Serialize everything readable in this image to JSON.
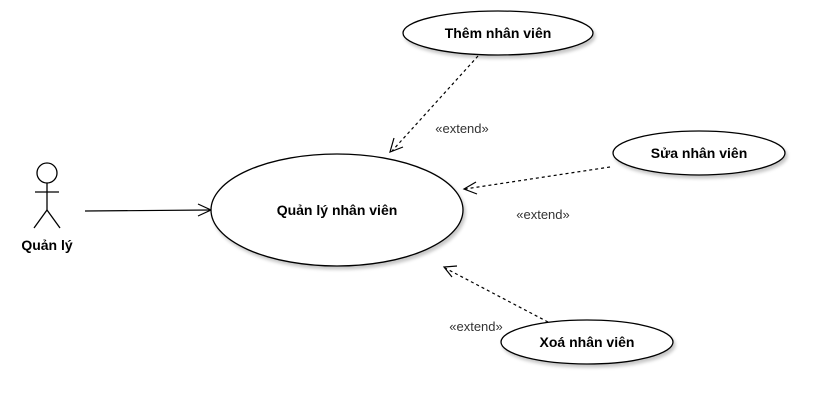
{
  "actor": {
    "name": "Quản lý"
  },
  "use_cases": {
    "main": "Quản lý nhân viên",
    "add": "Thêm nhân viên",
    "edit": "Sửa nhân viên",
    "delete": "Xoá nhân viên"
  },
  "relations": {
    "add_stereotype": "«extend»",
    "edit_stereotype": "«extend»",
    "delete_stereotype": "«extend»"
  }
}
